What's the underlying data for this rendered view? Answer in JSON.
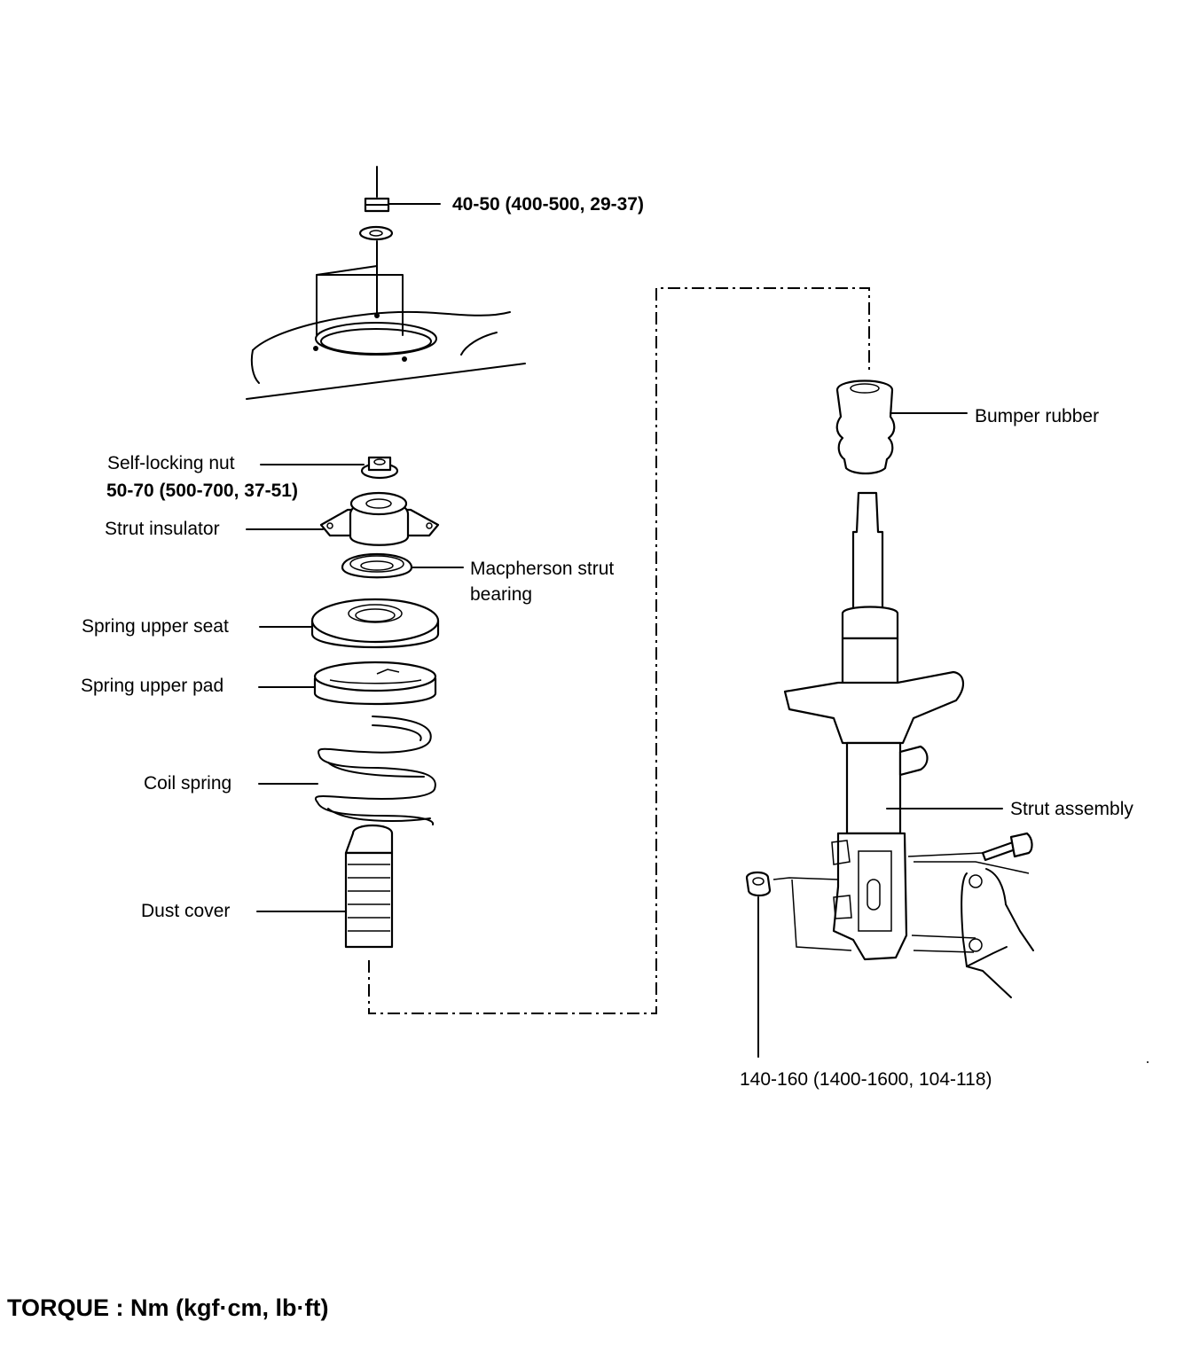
{
  "labels": {
    "top_nut_torque": "40-50 (400-500, 29-37)",
    "self_locking_nut": "Self-locking nut",
    "self_locking_torque": "50-70 (500-700, 37-51)",
    "strut_insulator": "Strut insulator",
    "macpherson_line1": "Macpherson strut",
    "macpherson_line2": "bearing",
    "spring_upper_seat": "Spring upper seat",
    "spring_upper_pad": "Spring upper pad",
    "coil_spring": "Coil spring",
    "dust_cover": "Dust cover",
    "bumper_rubber": "Bumper rubber",
    "strut_assembly": "Strut assembly",
    "knuckle_bolt_torque": "140-160 (1400-1600, 104-118)"
  },
  "footer": {
    "torque_units": "TORQUE : Nm (kgf·cm, lb·ft)"
  }
}
